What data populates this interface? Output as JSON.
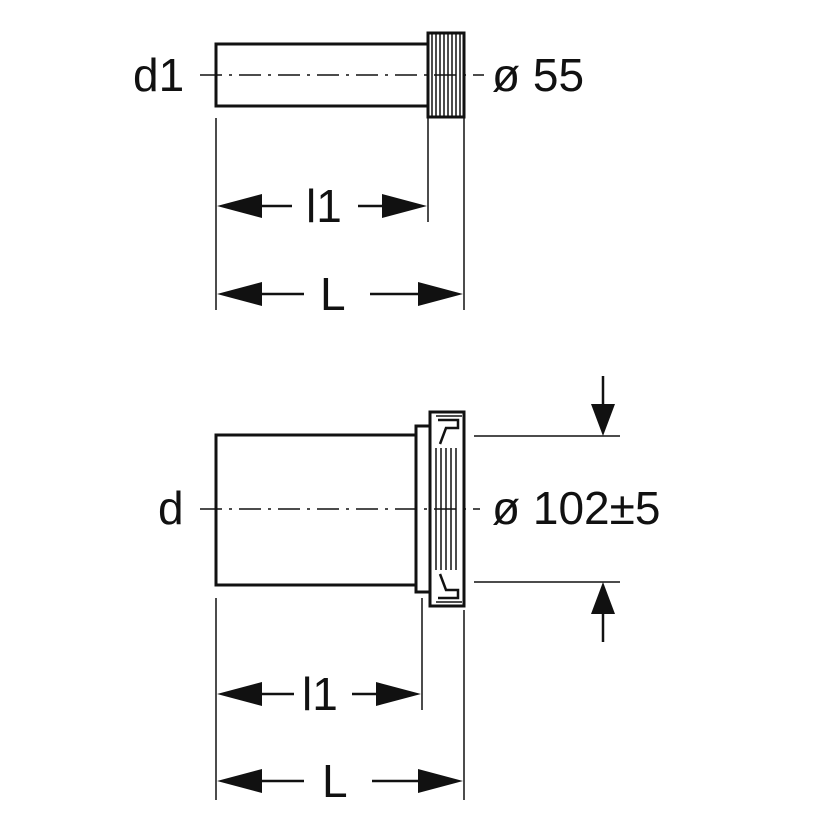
{
  "top_fitting": {
    "diameter_label": "d1",
    "outer_diameter_label": "ø 55",
    "length_l1_label": "l1",
    "length_total_label": "L"
  },
  "bottom_fitting": {
    "diameter_label": "d",
    "outer_diameter_label": "ø 102±5",
    "length_l1_label": "l1",
    "length_total_label": "L"
  },
  "colors": {
    "ink": "#111111",
    "background": "#ffffff"
  }
}
